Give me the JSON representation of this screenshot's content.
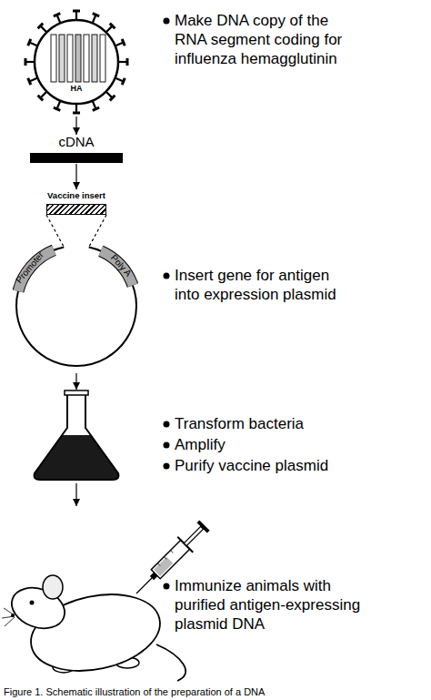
{
  "diagram": {
    "caption": "Figure 1. Schematic illustration of the preparation of a DNA",
    "nodes": [
      {
        "text": [
          "HA"
        ]
      },
      {
        "text": [
          "cDNA"
        ]
      },
      {
        "text": [
          "Vaccine insert"
        ]
      },
      {
        "text": [
          "Promoter",
          "Poly A"
        ]
      }
    ],
    "edges": [
      {
        "from": 0,
        "to": 1,
        "arrow": "to"
      },
      {
        "from": 1,
        "to": 2,
        "arrow": "to"
      },
      {
        "from": 2,
        "to": 3,
        "arrow": "none"
      },
      {
        "from": 2,
        "to": 3,
        "arrow": "none"
      }
    ],
    "labels": [
      "Make DNA copy of the RNA segment coding for influenza hemagglutinin",
      "Insert gene for antigen into expression plasmid",
      "Transform bacteria",
      "Amplify",
      "Purify vaccine plasmid",
      "Immunize animals with purified antigen-expressing plasmid DNA"
    ]
  }
}
